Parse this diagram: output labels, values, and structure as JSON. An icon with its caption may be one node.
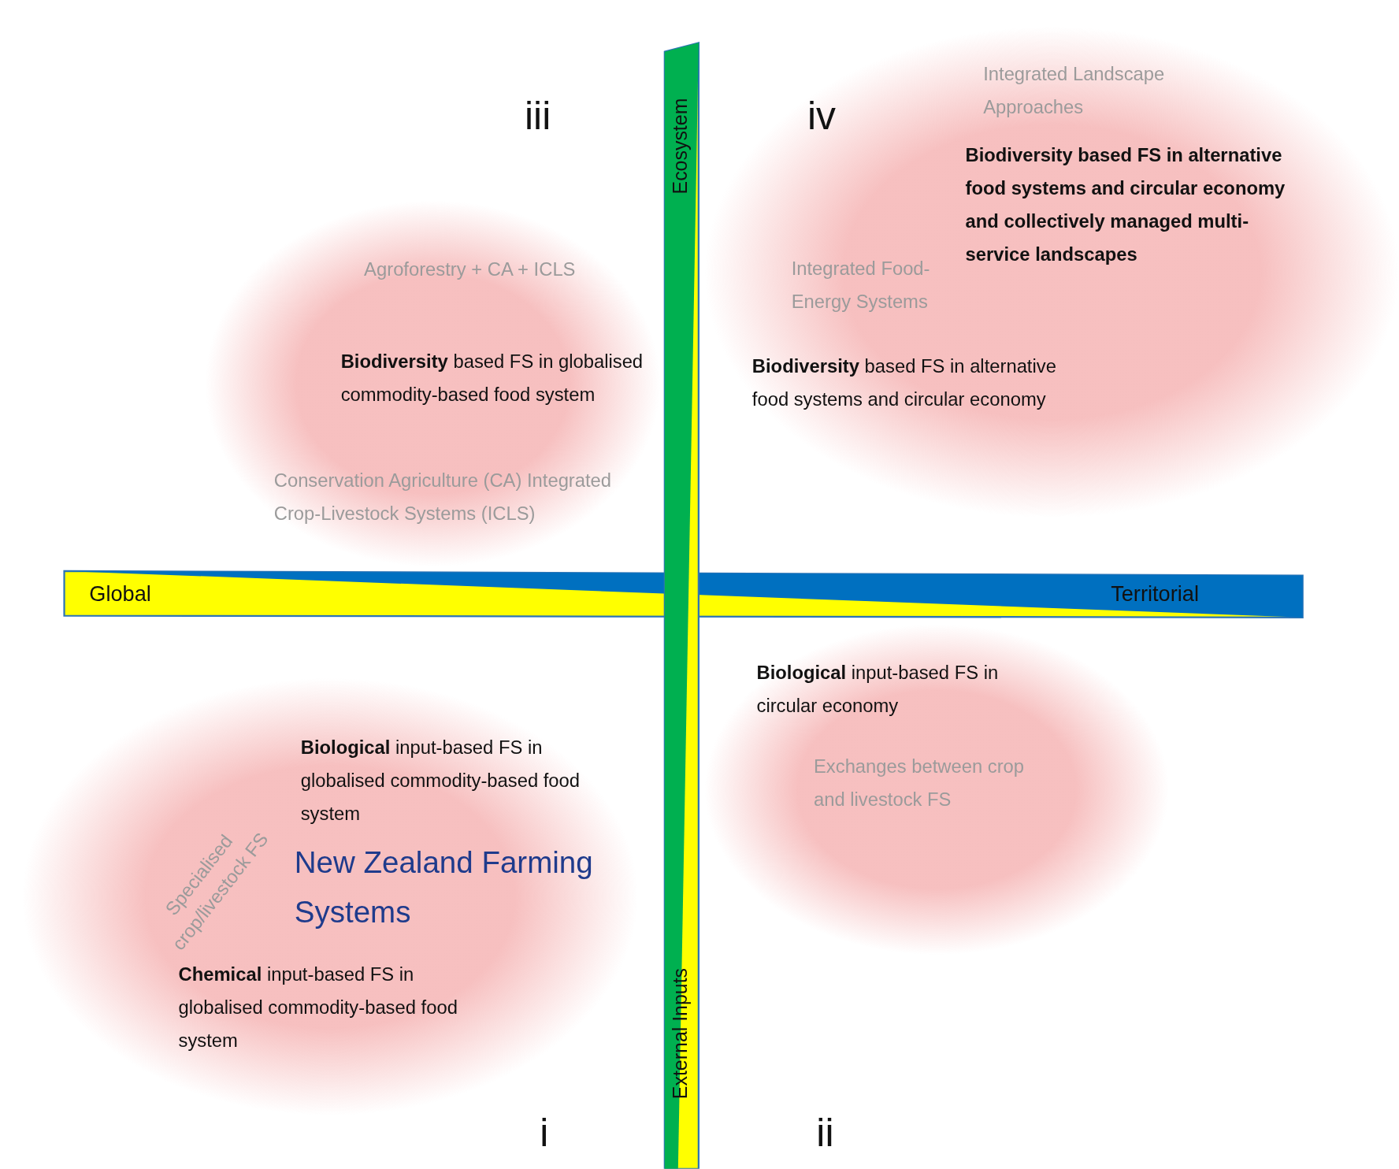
{
  "diagram": {
    "nodes": [
      {
        "text": [
          "Agroforestry + CA + ICLS",
          "**Biodiversity** based FS in globalised commodity-based food system",
          "Conservation Agriculture (CA) Integrated Crop-Livestock Systems (ICLS)"
        ]
      },
      {
        "text": [
          "Integrated Landscape Approaches",
          "Biodiversity based FS in alternative food systems and circular economy and collectively managed multi-service landscapes",
          "Integrated Food-Energy Systems",
          "**Biodiversity** based FS in alternative food systems and circular economy"
        ]
      },
      {
        "text": [
          "**Biological** input-based FS in globalised commodity-based food system",
          "New Zealand Farming Systems",
          "Specialised crop/livestock FS",
          "**Chemical** input-based FS in globalised commodity-based food system"
        ]
      },
      {
        "text": [
          "**Biological** input-based FS in circular economy",
          "Exchanges between crop and livestock FS"
        ]
      }
    ],
    "edges": [],
    "labels": [
      "iii",
      "iv",
      "Ecosystem",
      "Global",
      "Territorial",
      "External Inputs",
      "i",
      "ii"
    ]
  }
}
